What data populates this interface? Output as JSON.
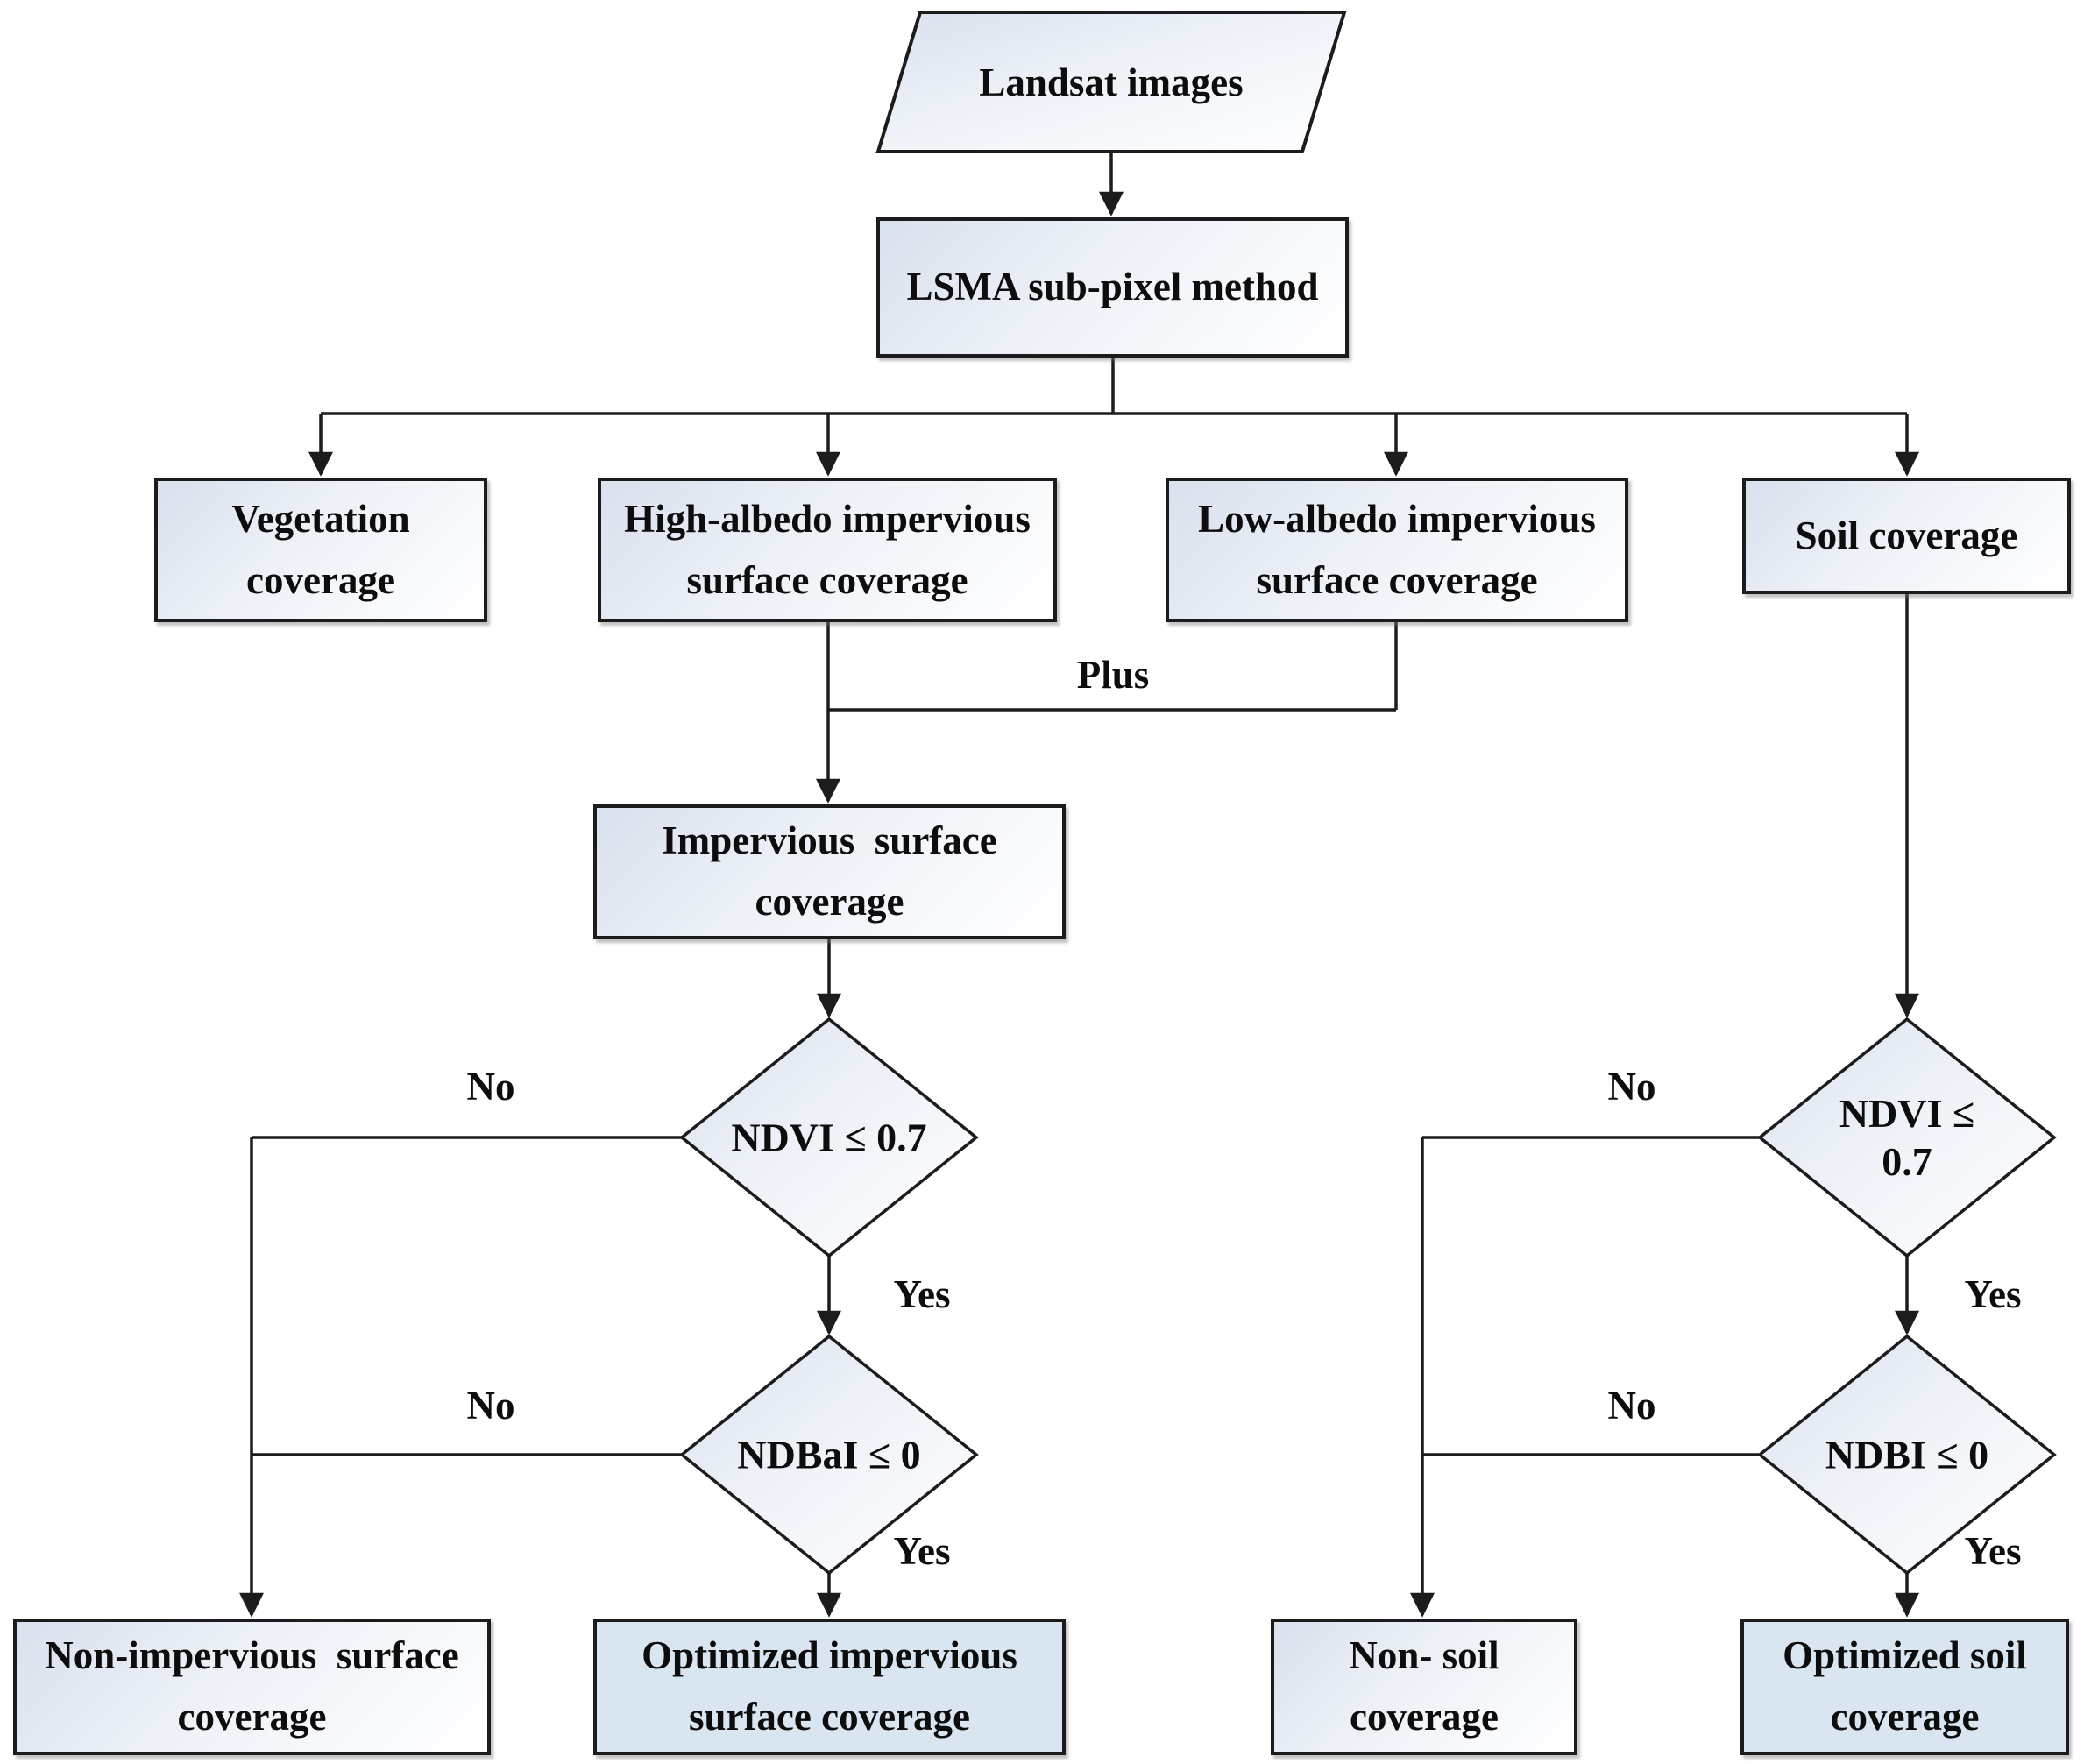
{
  "colors": {
    "line": "#1c1c1c",
    "node_fill_top": "#d9e1ee",
    "node_fill_bottom": "#ffffff",
    "highlight_fill": "#d9e5f1",
    "text": "#0d0d0d"
  },
  "nodes": {
    "landsat": {
      "label": "Landsat images"
    },
    "lsma": {
      "label": "LSMA sub-pixel method"
    },
    "vegetation": {
      "label": "Vegetation\ncoverage"
    },
    "high_albedo": {
      "label": "High-albedo impervious\nsurface coverage"
    },
    "low_albedo": {
      "label": "Low-albedo impervious\nsurface coverage"
    },
    "soil": {
      "label": "Soil coverage"
    },
    "impervious": {
      "label": "Impervious  surface\ncoverage"
    },
    "ndvi_left": {
      "label": "NDVI ≤ 0.7"
    },
    "ndbai": {
      "label": "NDBaI ≤ 0"
    },
    "non_impervious": {
      "label": "Non-impervious  surface\ncoverage"
    },
    "optimized_impervious": {
      "label": "Optimized impervious\nsurface coverage"
    },
    "ndvi_right": {
      "label": "NDVI ≤ 0.7"
    },
    "ndbi": {
      "label": "NDBI ≤ 0"
    },
    "non_soil": {
      "label": "Non- soil\ncoverage"
    },
    "optimized_soil": {
      "label": "Optimized soil\ncoverage"
    }
  },
  "edge_labels": {
    "plus": "Plus",
    "no": "No",
    "yes": "Yes"
  }
}
